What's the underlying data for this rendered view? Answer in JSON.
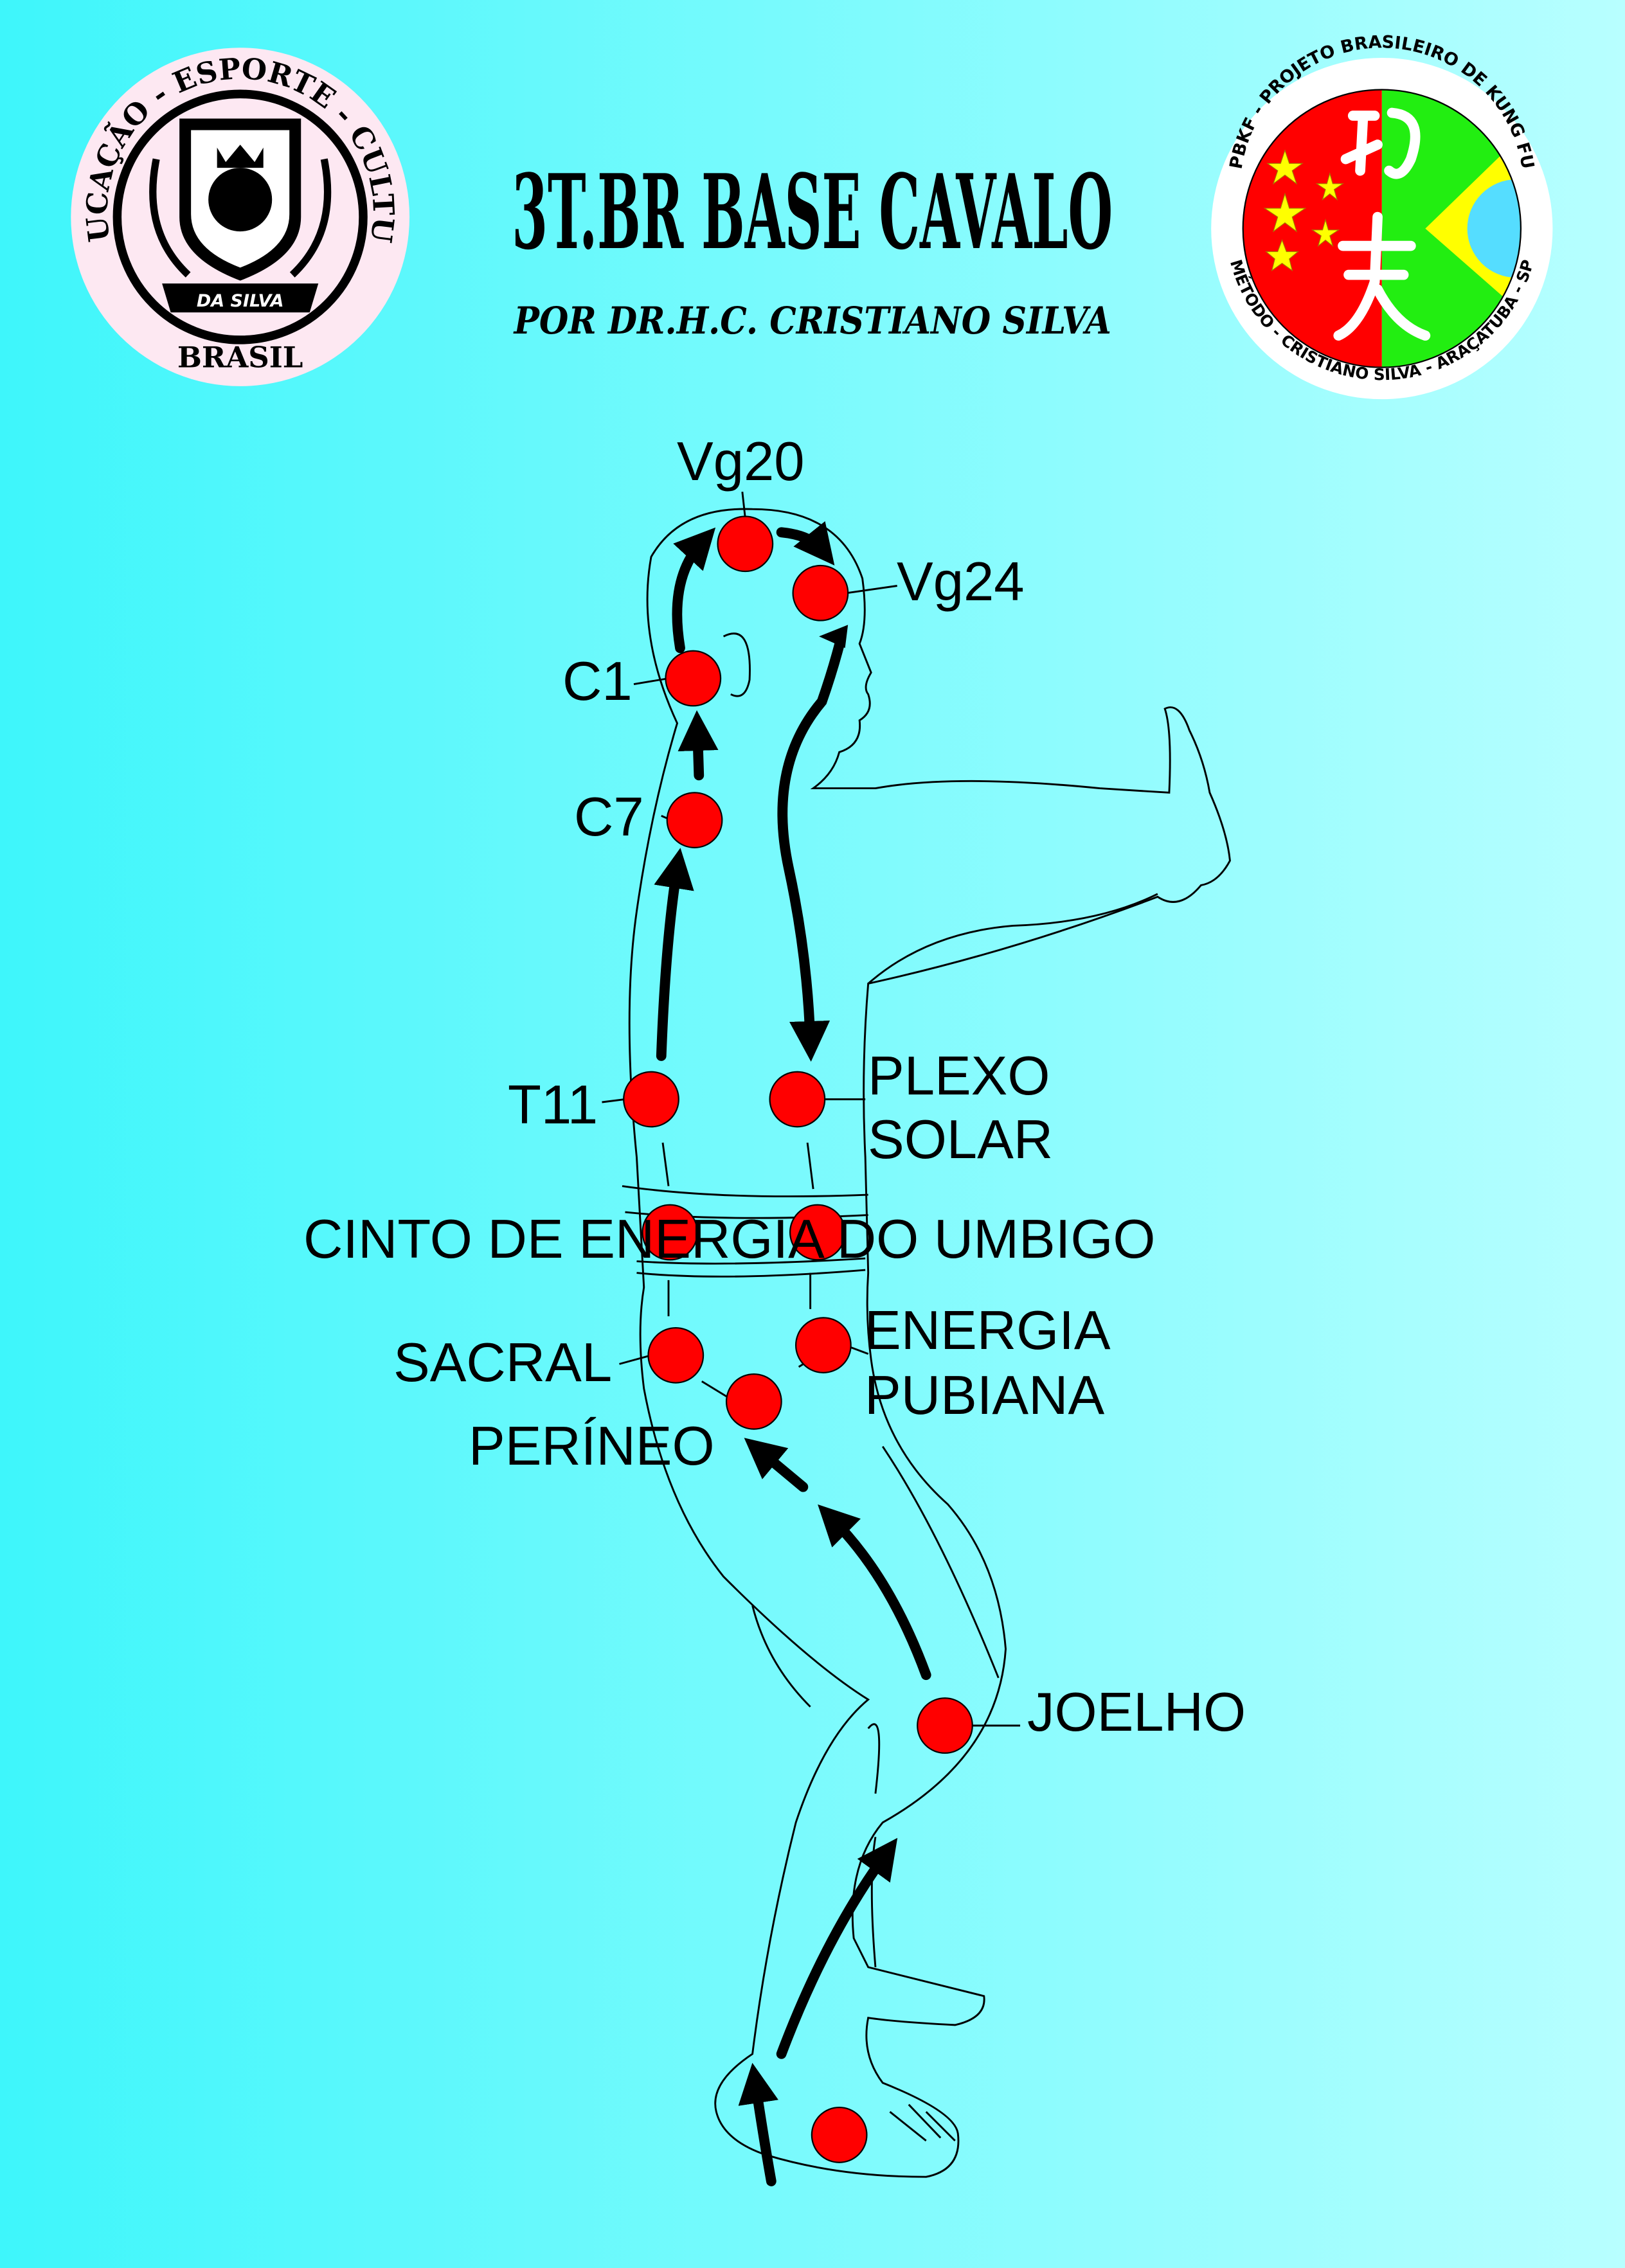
{
  "header": {
    "title": "3T.BR BASE CAVALO",
    "subtitle": "POR DR.H.C. CRISTIANO SILVA"
  },
  "logo_left": {
    "ring_text": "EDUCAÇÃO - ESPORTE - CULTURA",
    "banner": "DA SILVA",
    "bottom": "BRASIL"
  },
  "logo_right": {
    "top_text": "PBKF - PROJETO BRASILEIRO DE KUNG FU",
    "bottom_text": "MÉTODO - CRISTIANO SILVA - ARAÇATUBA - SP",
    "glyphs": "功夫"
  },
  "points": {
    "vg20": "Vg20",
    "vg24": "Vg24",
    "c1": "C1",
    "c7": "C7",
    "t11": "T11",
    "plexo_1": "PLEXO",
    "plexo_2": "SOLAR",
    "cinto": "CINTO DE ENERGIA DO UMBIGO",
    "sacral": "SACRAL",
    "pubiana_1": "ENERGIA",
    "pubiana_2": "PUBIANA",
    "perineo": "PERÍNEO",
    "joelho": "JOELHO"
  },
  "colors": {
    "bg_left": "#3ef6fb",
    "bg_right": "#b8ffff",
    "point": "#ff0000",
    "flag_red": "#ff0000",
    "flag_green": "#22ee11",
    "flag_yellow": "#ffff00",
    "flag_blue": "#55ddff"
  }
}
